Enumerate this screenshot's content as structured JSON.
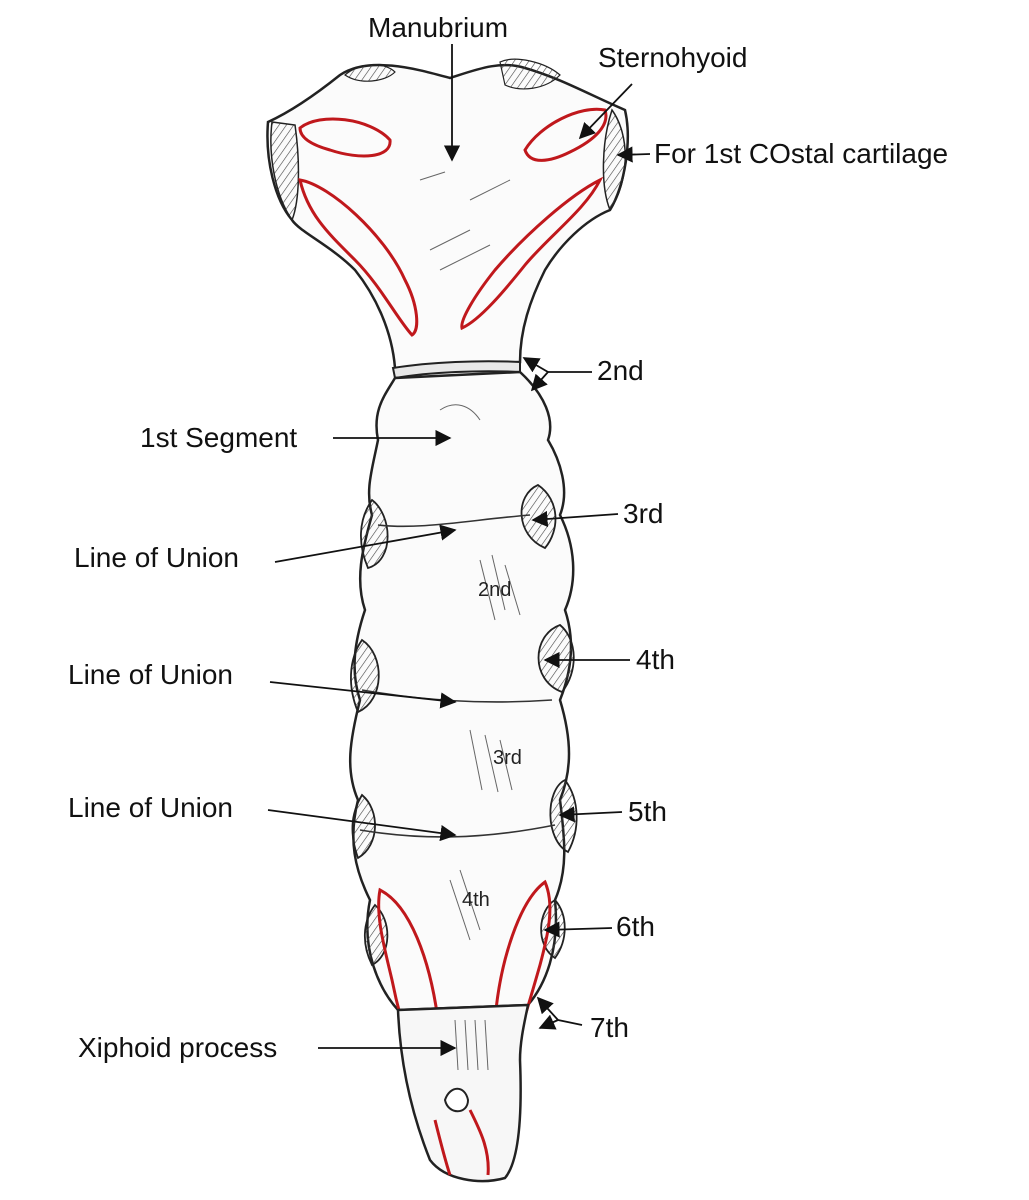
{
  "labels": {
    "manubrium": "Manubrium",
    "sternohyoid": "Sternohyoid",
    "first_costal": "For 1st COstal cartilage",
    "second": "2nd",
    "first_segment": "1st Segment",
    "third": "3rd",
    "line_of_union_1": "Line of Union",
    "line_of_union_2": "Line of Union",
    "line_of_union_3": "Line of Union",
    "fourth": "4th",
    "fifth": "5th",
    "sixth": "6th",
    "seventh": "7th",
    "xiphoid": "Xiphoid process"
  },
  "segments": {
    "second": "2nd",
    "third": "3rd",
    "fourth": "4th"
  },
  "colors": {
    "outline": "#222222",
    "muscle": "#c0181c",
    "shade": "#555555"
  }
}
